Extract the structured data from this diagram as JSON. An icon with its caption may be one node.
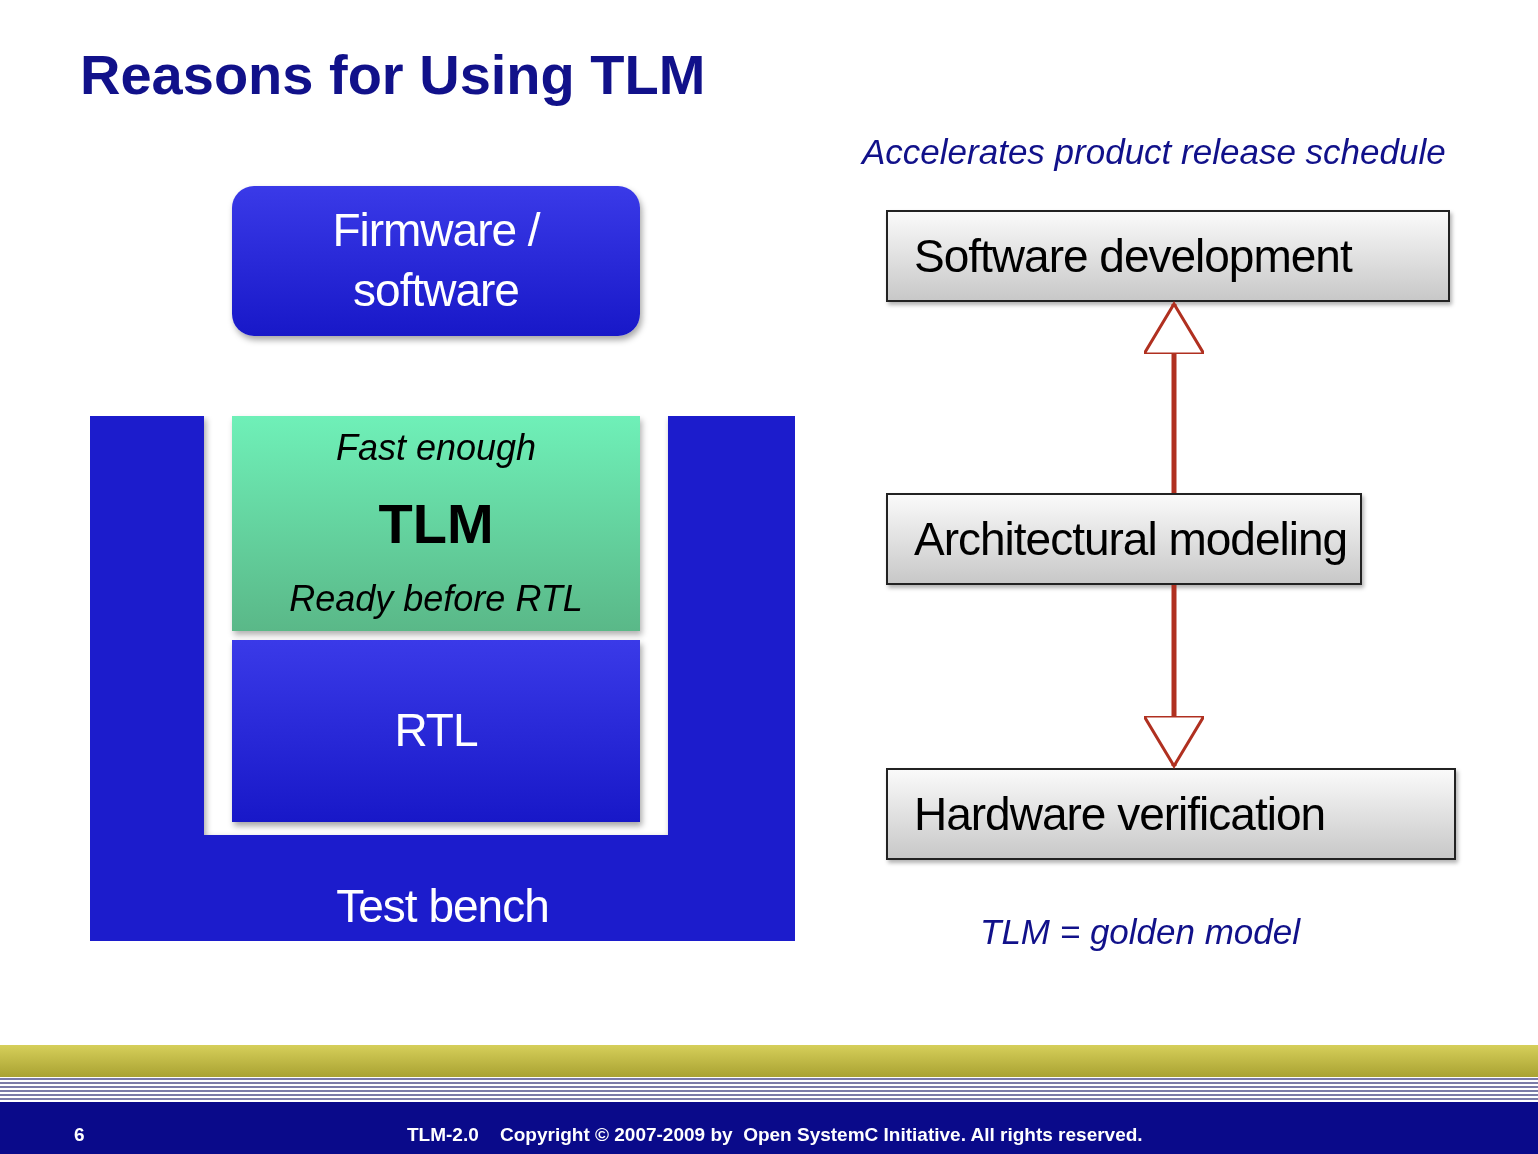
{
  "diagram": {
    "title": "Reasons for Using TLM",
    "nodes": [
      {
        "text": [
          "Firmware / software"
        ]
      },
      {
        "text": [
          "Test bench"
        ]
      },
      {
        "text": [
          "Fast enough",
          "TLM",
          "Ready before RTL"
        ]
      },
      {
        "text": [
          "RTL"
        ]
      },
      {
        "text": [
          "Software development"
        ]
      },
      {
        "text": [
          "Architectural modeling"
        ]
      },
      {
        "text": [
          "Hardware verification"
        ]
      }
    ],
    "edges": [
      {
        "from": 5,
        "to": 4,
        "arrow": "to"
      },
      {
        "from": 5,
        "to": 6,
        "arrow": "to"
      }
    ],
    "labels": [
      "Accelerates product release schedule",
      "TLM = golden model",
      "6",
      "TLM-2.0",
      "Copyright © 2007-2009 by  Open SystemC Initiative. All rights reserved."
    ]
  }
}
